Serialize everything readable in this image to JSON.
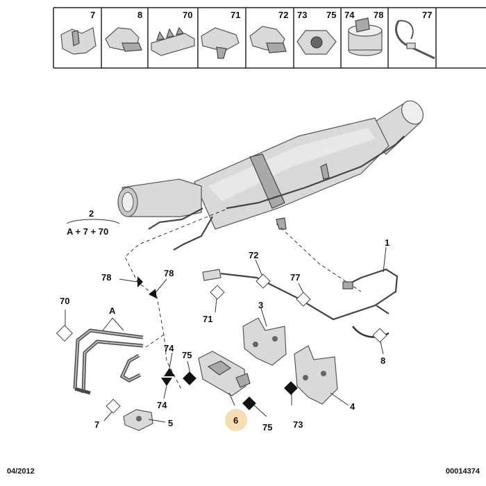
{
  "header_parts": [
    "7",
    "8",
    "70",
    "71",
    "72",
    "73",
    "75",
    "74",
    "78",
    "77"
  ],
  "group": {
    "number": "2",
    "formula": "A + 7 + 70"
  },
  "callouts": {
    "p1": "1",
    "p3": "3",
    "p4": "4",
    "p5": "5",
    "p6": "6",
    "p7": "7",
    "p8": "8",
    "p70": "70",
    "pA": "A",
    "p71": "71",
    "p72": "72",
    "p73": "73",
    "p74a": "74",
    "p74b": "74",
    "p75a": "75",
    "p75b": "75",
    "p77": "77",
    "p78a": "78",
    "p78b": "78"
  },
  "highlight_color": "#f5deb0",
  "footer": {
    "date": "04/2012",
    "reference": "00014374"
  }
}
